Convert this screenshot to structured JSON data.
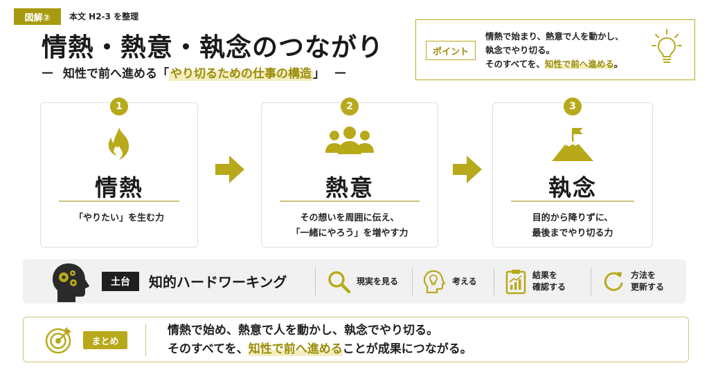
{
  "header": {
    "badge": "図解②",
    "tag": "本文 H2-3 を整理",
    "title": "情熱・熱意・執念のつながり",
    "subtitle_dash_left": "—",
    "subtitle_prefix": "知性で前へ進める「",
    "subtitle_highlight": "やり切るための仕事の構造",
    "subtitle_suffix": "」",
    "subtitle_dash_right": "—"
  },
  "point": {
    "label": "ポイント",
    "line1": "情熱で始まり、熱意で人を動かし、",
    "line2": "執念でやり切る。",
    "line3_prefix": "そのすべてを、",
    "line3_highlight": "知性で前へ進める",
    "line3_suffix": "。",
    "icon": "lightbulb-icon"
  },
  "steps": [
    {
      "num": "1",
      "title": "情熱",
      "desc_line1": "「やりたい」を生む力",
      "desc_line2": "",
      "icon": "flame-icon"
    },
    {
      "num": "2",
      "title": "熱意",
      "desc_line1": "その想いを周囲に伝え、",
      "desc_line2": "「一緒にやろう」を増やす力",
      "icon": "people-icon"
    },
    {
      "num": "3",
      "title": "執念",
      "desc_line1": "目的から降りずに、",
      "desc_line2": "最後までやり切る力",
      "icon": "mountain-flag-icon"
    }
  ],
  "foundation": {
    "badge": "土台",
    "title": "知的ハードワーキング",
    "items": [
      {
        "line1": "現実を見る",
        "line2": "",
        "icon": "magnifier-icon"
      },
      {
        "line1": "考える",
        "line2": "",
        "icon": "head-bulb-icon"
      },
      {
        "line1": "結果を",
        "line2": "確認する",
        "icon": "clipboard-chart-icon"
      },
      {
        "line1": "方法を",
        "line2": "更新する",
        "icon": "refresh-icon"
      }
    ]
  },
  "summary": {
    "badge": "まとめ",
    "line1": "情熱で始め、熱意で人を動かし、執念でやり切る。",
    "line2_prefix": "そのすべてを、",
    "line2_highlight": "知性で前へ進める",
    "line2_suffix": "ことが成果につながる。"
  },
  "colors": {
    "accent": "#b7a91a",
    "accent_text": "#9a8c08",
    "highlight": "#f3edc0",
    "dark": "#1f1f1f"
  }
}
